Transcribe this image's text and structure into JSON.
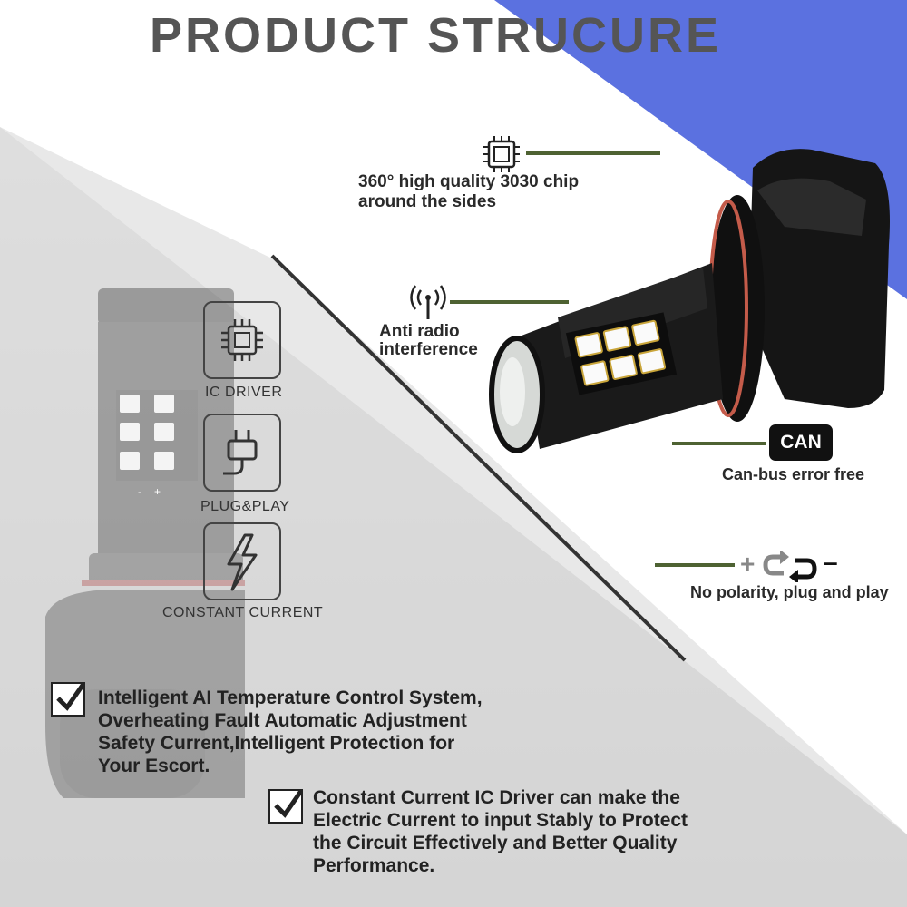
{
  "title": "PRODUCT STRUCURE",
  "colors": {
    "accent_blue": "#5b71e0",
    "gray_panel": "#dcdcdc",
    "leader_green": "#4e6232",
    "text_dark": "#222222"
  },
  "callouts": {
    "chip": {
      "icon": "chip-icon",
      "line1": "360° high quality 3030 chip",
      "line2": "around the sides"
    },
    "radio": {
      "icon": "antenna-icon",
      "line1": "Anti radio",
      "line2": "interference"
    },
    "canbus": {
      "badge": "CAN",
      "label": "Can-bus error free"
    },
    "polarity": {
      "icon": "polarity-icon",
      "plus": "+",
      "minus": "–",
      "label": "No polarity, plug and play"
    }
  },
  "features": [
    {
      "icon": "ic-driver-icon",
      "label": "IC DRIVER"
    },
    {
      "icon": "plug-icon",
      "label": "PLUG&PLAY"
    },
    {
      "icon": "lightning-icon",
      "label": "CONSTANT CURRENT"
    }
  ],
  "paragraphs": [
    {
      "lines": [
        "Intelligent AI Temperature Control System,",
        "Overheating Fault Automatic Adjustment",
        "Safety Current,Intelligent Protection for",
        "Your Escort."
      ]
    },
    {
      "lines": [
        "Constant Current IC Driver can make the",
        "Electric Current to input Stably to Protect",
        "the Circuit Effectively and Better Quality",
        "Performance."
      ]
    }
  ],
  "bulb_marks": {
    "plus": "+",
    "minus": "-"
  }
}
